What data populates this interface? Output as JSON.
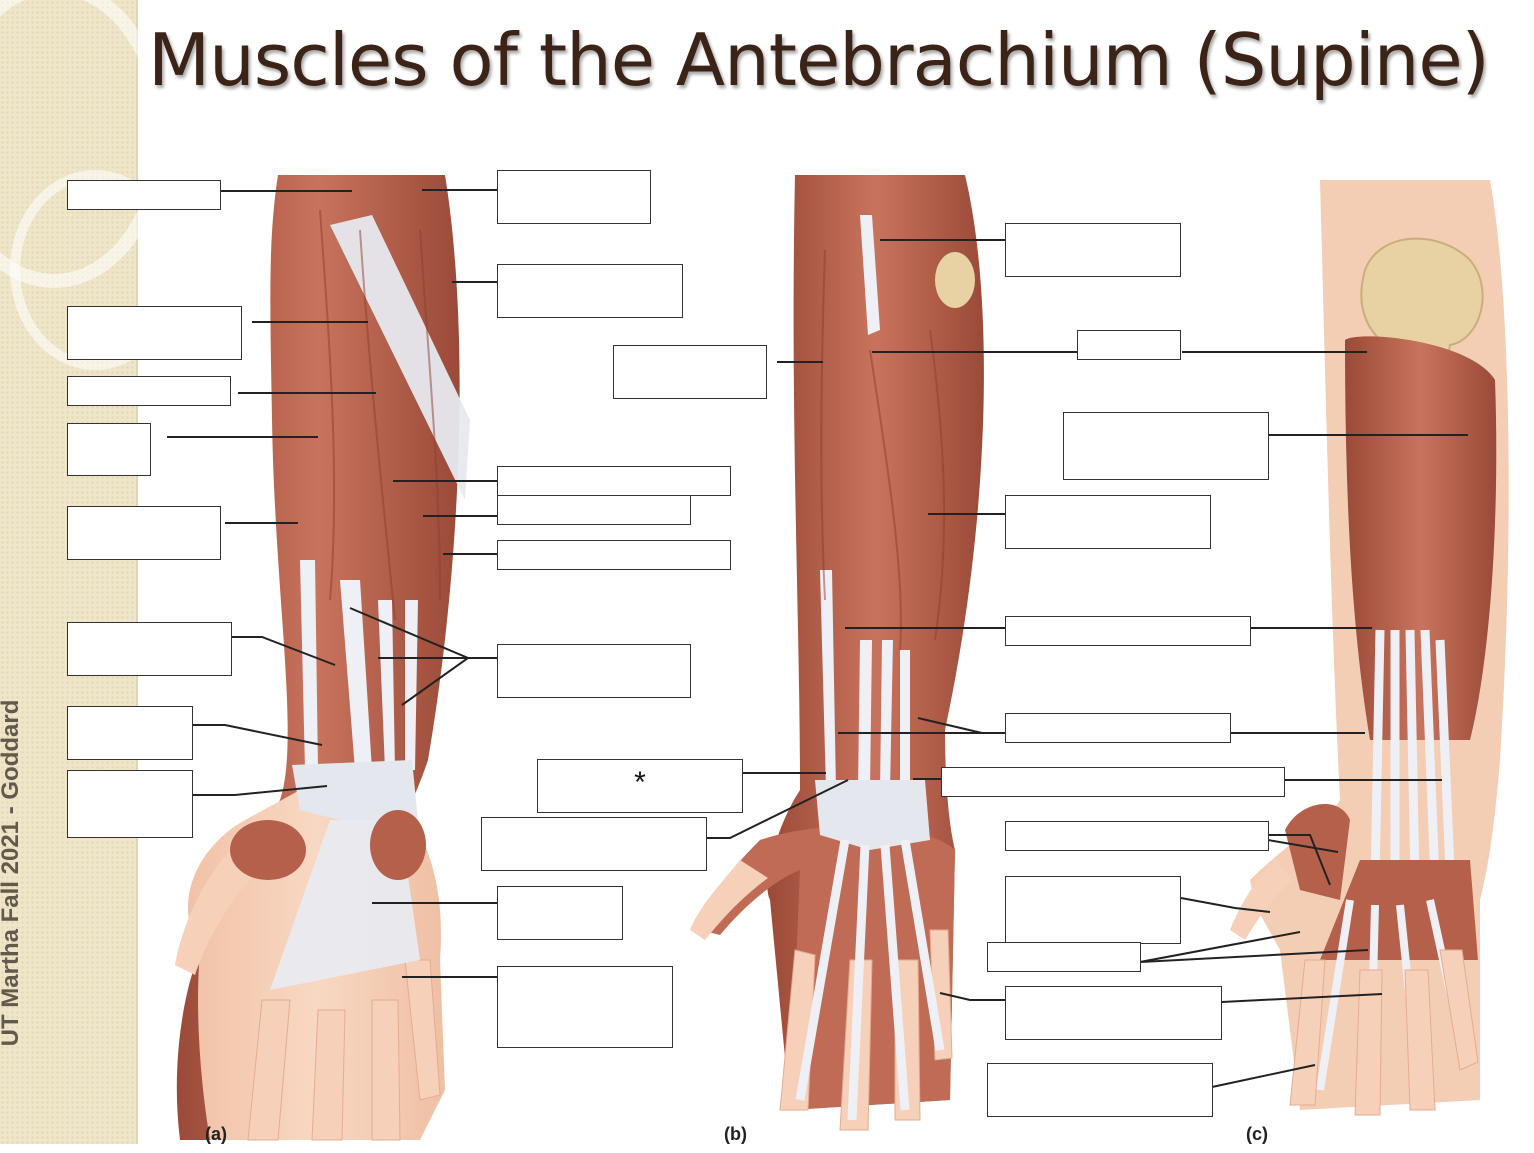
{
  "title": "Muscles of the Antebrachium (Supine)",
  "sidebar_text": "UT Martha Fall 2021 - Goddard",
  "panel_labels": [
    "(a)",
    "(b)",
    "(c)"
  ],
  "marked_box_symbol": "*",
  "colors": {
    "muscle": "#b8624d",
    "muscle_dark": "#9a4a38",
    "tendon": "#e6e8ee",
    "skin": "#f3c7ad",
    "bone": "#e8d2a4",
    "title": "#3b2417",
    "sidebar": "#efe6c9"
  }
}
